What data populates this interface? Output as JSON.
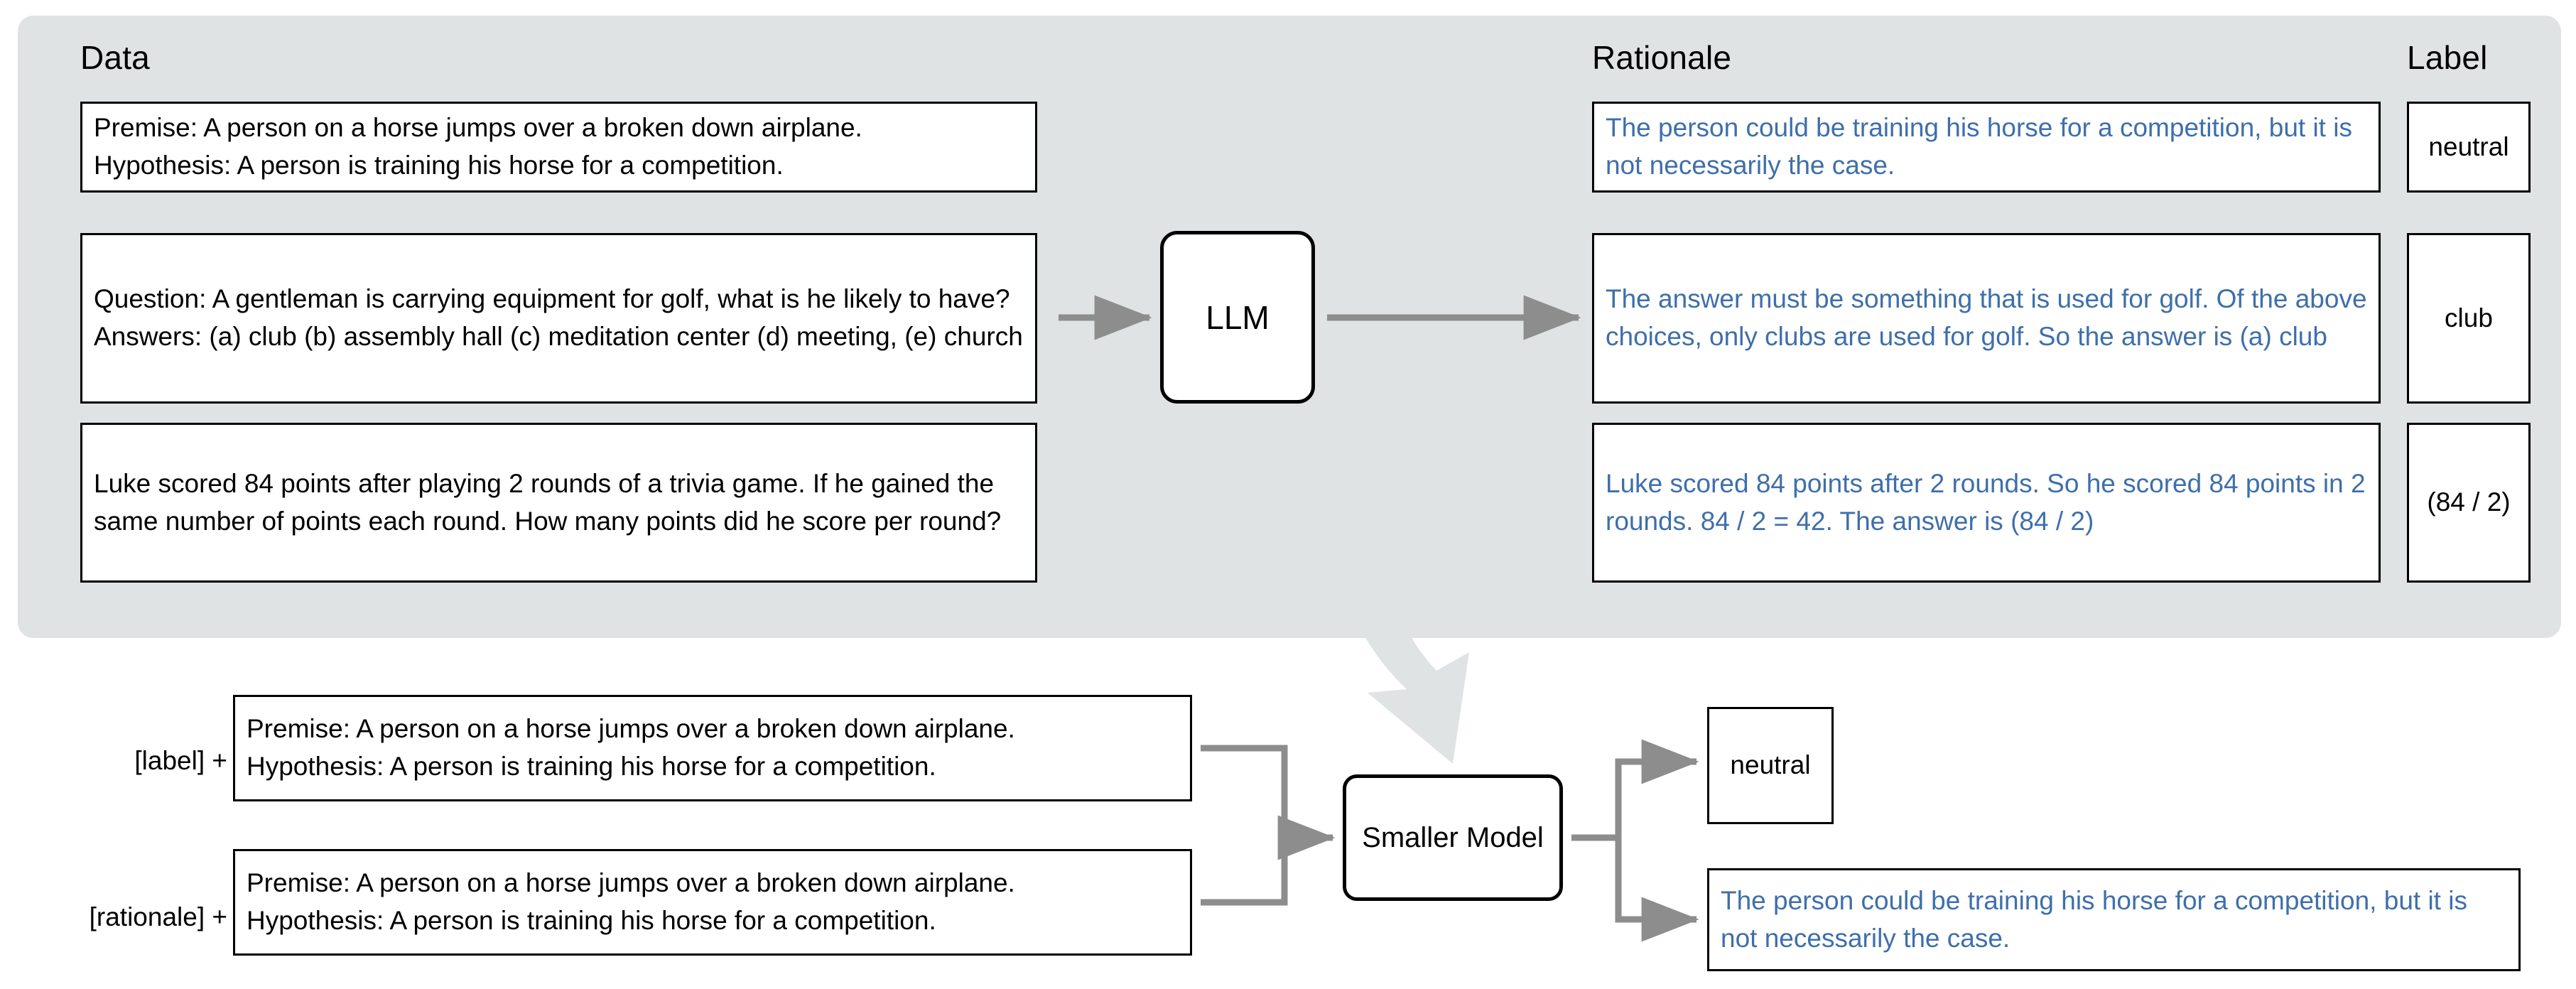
{
  "diagram": {
    "title_columns": {
      "data": "Data",
      "rationale": "Rationale",
      "label": "Label"
    },
    "models": {
      "llm": "LLM",
      "smaller": "Smaller Model"
    },
    "top_rows": [
      {
        "data_text": "Premise: A person on a horse jumps over a broken down airplane.\nHypothesis: A person is training his horse for a competition.",
        "rationale_text": "The person could be training his horse for a competition, but it is not necessarily the case.",
        "label_text": "neutral"
      },
      {
        "data_text": "Question: A gentleman is carrying equipment for golf, what is he likely to have?\nAnswers: (a) club (b) assembly hall (c) meditation center (d) meeting, (e) church",
        "rationale_text": "The answer must be something that is used for golf. Of the above choices, only clubs are used for golf. So the answer is (a) club",
        "label_text": "club"
      },
      {
        "data_text": "Luke scored 84 points after playing 2 rounds of a trivia game. If he gained the same number of points each round. How many points did he score per round?",
        "rationale_text": "Luke scored 84 points after 2 rounds. So he scored 84 points in 2 rounds. 84 / 2 = 42. The answer is (84 / 2)",
        "label_text": "(84 / 2)"
      }
    ],
    "bottom": {
      "prefix_label": "[label] +",
      "prefix_rationale": "[rationale] +",
      "input_label_text": "Premise: A person on a horse jumps over a broken down airplane.\nHypothesis: A person is training his horse for a competition.",
      "input_rationale_text": "Premise: A person on a horse jumps over a broken down airplane.\nHypothesis: A person is training his horse for a competition.",
      "output_label_text": "neutral",
      "output_rationale_text": "The person could be training his horse for a competition, but it is not necessarily the case."
    },
    "colors": {
      "panel_bg": "#dfe3e4",
      "rationale_blue": "#3e6fab",
      "arrow_gray": "#8d8d8d",
      "big_arrow_gray": "#dfe3e4",
      "box_border": "#000000"
    }
  }
}
